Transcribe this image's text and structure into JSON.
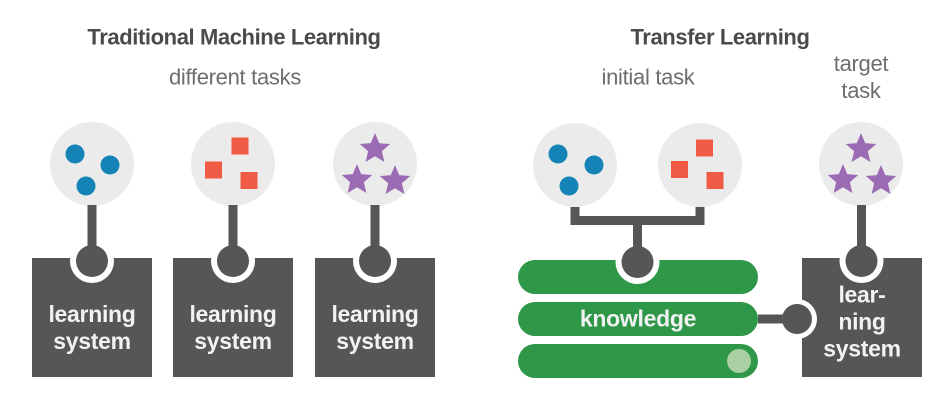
{
  "colors": {
    "dark": "#565656",
    "title_text": "#4a4a4a",
    "subtitle_text": "#6d6d6d",
    "circle_bg": "#ebebeb",
    "blue": "#1484b6",
    "red": "#f05b45",
    "purple": "#9b6cb3",
    "green": "#2e9748",
    "light_green": "#a9cfa2",
    "box_text": "#f2f2f2",
    "white": "#ffffff"
  },
  "left_panel": {
    "title": "Traditional Machine Learning",
    "subtitle": "different tasks",
    "tasks": [
      {
        "icon": "blue-dots-icon"
      },
      {
        "icon": "red-squares-icon"
      },
      {
        "icon": "purple-stars-icon"
      }
    ],
    "box_labels": [
      "learning\nsystem",
      "learning\nsystem",
      "learning\nsystem"
    ]
  },
  "right_panel": {
    "title": "Transfer Learning",
    "initial_task_label": "initial task",
    "target_task_label": "target task",
    "initial_tasks": [
      {
        "icon": "blue-dots-icon"
      },
      {
        "icon": "red-squares-icon"
      }
    ],
    "target_task": {
      "icon": "purple-stars-icon"
    },
    "knowledge_label": "knowledge",
    "learning_system_label": "lear-\nning\nsystem"
  }
}
